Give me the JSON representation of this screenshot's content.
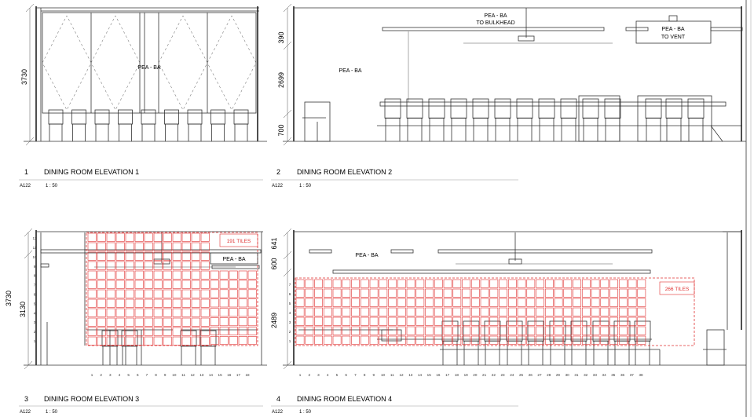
{
  "drawings": [
    {
      "num": "1",
      "title": "DINING ROOM ELEVATION 1",
      "ref": "A122",
      "scale": "1 : 50"
    },
    {
      "num": "2",
      "title": "DINING ROOM ELEVATION 2",
      "ref": "A122",
      "scale": "1 : 50"
    },
    {
      "num": "3",
      "title": "DINING ROOM ELEVATION 3",
      "ref": "A122",
      "scale": "1 : 50"
    },
    {
      "num": "4",
      "title": "DINING ROOM ELEVATION 4",
      "ref": "A122",
      "scale": "1 : 50"
    }
  ],
  "dimensions": {
    "e1_height": "3730",
    "e2_top": "390",
    "e2_mid": "2699",
    "e2_bot": "700",
    "e3_total": "3730",
    "e3_inner": "3130",
    "e4_top": "641",
    "e4_mid": "600",
    "e4_bot": "2489"
  },
  "labels": {
    "e1_material": "PEA - BA",
    "e2_bulkhead_1": "PEA - BA",
    "e2_bulkhead_2": "TO BULKHEAD",
    "e2_vent_1": "PEA - BA",
    "e2_vent_2": "TO VENT",
    "e2_wall": "PEA - BA",
    "e3_material": "PEA - BA",
    "e4_material": "PEA - BA"
  },
  "tiles": {
    "e3_count_label": "191 TILES",
    "e4_count_label": "266 TILES",
    "e3_col_nums": [
      "1",
      "2",
      "3",
      "4",
      "5",
      "6",
      "7",
      "8",
      "9",
      "10",
      "11",
      "12",
      "13",
      "14",
      "15",
      "16",
      "17",
      "18"
    ],
    "e3_row_nums": [
      "1",
      "2",
      "3",
      "4",
      "5",
      "6",
      "7",
      "8",
      "9",
      "10",
      "11",
      "12"
    ],
    "e4_col_nums": [
      "1",
      "2",
      "3",
      "4",
      "5",
      "6",
      "7",
      "8",
      "9",
      "10",
      "11",
      "12",
      "13",
      "14",
      "15",
      "16",
      "17",
      "18",
      "19",
      "20",
      "21",
      "22",
      "23",
      "24",
      "25",
      "26",
      "27",
      "28",
      "29",
      "30",
      "31",
      "32",
      "33",
      "34",
      "35",
      "36",
      "37",
      "38"
    ],
    "e4_row_nums": [
      "1",
      "2",
      "3",
      "4",
      "5",
      "6",
      "7"
    ]
  },
  "colors": {
    "line": "#333333",
    "tile_outline": "#e03030",
    "background": "#ffffff"
  }
}
